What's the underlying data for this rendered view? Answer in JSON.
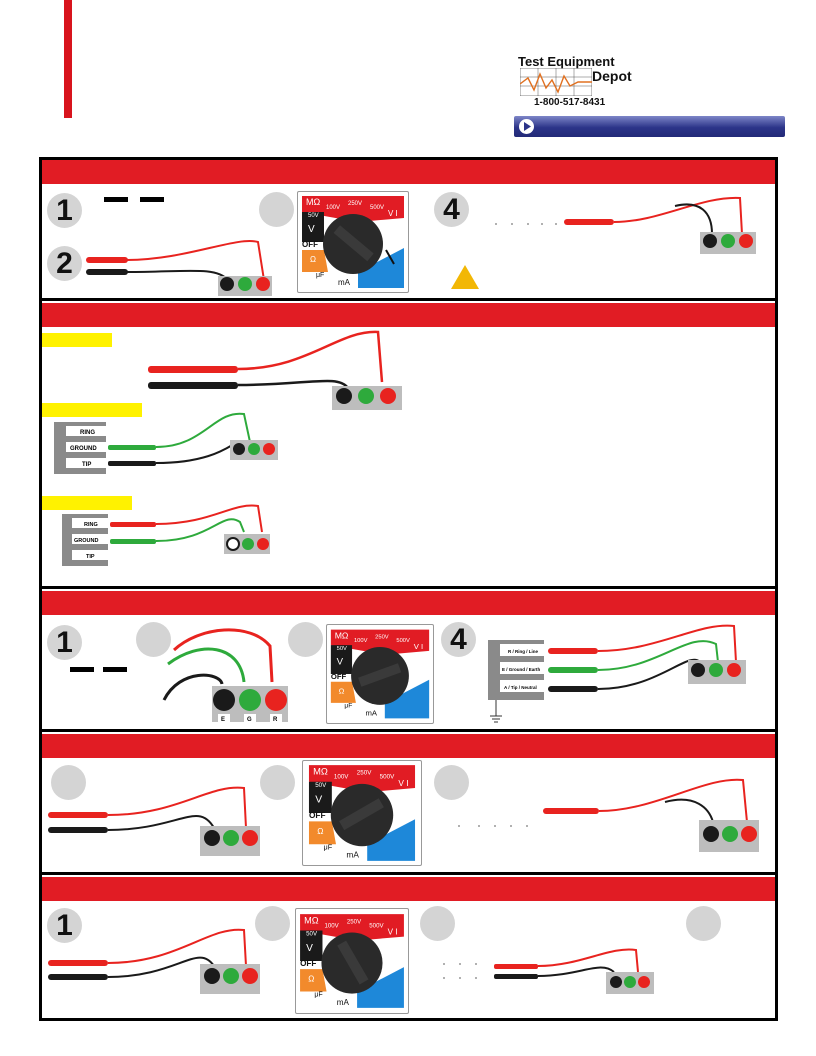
{
  "logo": {
    "line1": "Test Equipment",
    "line2": "Depot",
    "phone": "1-800-517-8431"
  },
  "play_button": {
    "icon": "play-icon"
  },
  "step_numbers": {
    "s1_step1": "1",
    "s1_step2": "2",
    "s1_step4": "4",
    "s3_step1": "1",
    "s3_step4": "4",
    "s5_step1": "1"
  },
  "dial_labels": {
    "megaohm": "MΩ",
    "v100": "100V",
    "v250": "250V",
    "v500": "500V",
    "v50": "50V",
    "v": "V",
    "off": "OFF",
    "ohm": "Ω",
    "uf": "μF",
    "ma": "mA",
    "vi": "V I"
  },
  "terminal_labels": {
    "black": "E",
    "green": "G",
    "red": "R"
  },
  "jack_labels": {
    "ring": "RING",
    "ground": "GROUND",
    "tip": "TIP"
  },
  "wiring_labels": {
    "line": "R / Ring / Line",
    "earth": "E / Ground / Earth",
    "neutral": "A / Tip / Neutral"
  },
  "colors": {
    "section_red": "#e11c24",
    "lead_red": "#e8231f",
    "lead_black": "#1a1a1a",
    "lead_green": "#2eaa3c",
    "highlight": "#fff200",
    "warning": "#f2b705",
    "dial_blue": "#1e88d9",
    "dial_orange": "#f28a2c",
    "dial_red": "#e11c24",
    "dial_dark": "#1a1a1a"
  }
}
